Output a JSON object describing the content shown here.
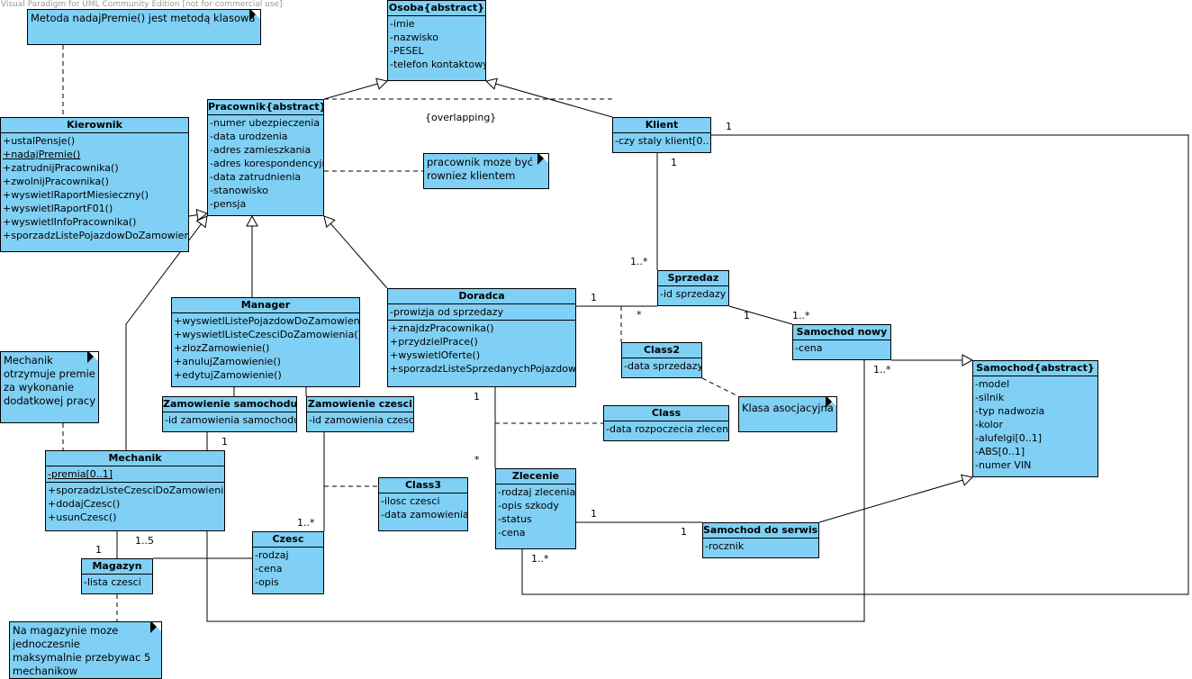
{
  "watermark": "Visual Paradigm for UML Community Edition [not for commercial use]",
  "classes": [
    {
      "id": "osoba",
      "name": "Osoba{abstract}",
      "sections": [
        [
          {
            "t": "-imie"
          },
          {
            "t": "-nazwisko"
          },
          {
            "t": "-PESEL"
          },
          {
            "t": "-telefon kontaktowy"
          }
        ]
      ]
    },
    {
      "id": "pracownik",
      "name": "Pracownik{abstract}",
      "sections": [
        [
          {
            "t": "-numer ubezpieczenia"
          },
          {
            "t": "-data urodzenia"
          },
          {
            "t": "-adres zamieszkania"
          },
          {
            "t": "-adres korespondencyjny"
          },
          {
            "t": "-data zatrudnienia"
          },
          {
            "t": "-stanowisko"
          },
          {
            "t": "-pensja"
          }
        ]
      ]
    },
    {
      "id": "kierownik",
      "name": "Kierownik",
      "sections": [
        [
          {
            "t": "+ustalPensje()"
          },
          {
            "t": "+nadajPremie()",
            "u": true
          },
          {
            "t": "+zatrudnijPracownika()"
          },
          {
            "t": "+zwolnijPracownika()"
          },
          {
            "t": "+wyswietlRaportMiesieczny()"
          },
          {
            "t": "+wyswietlRaportF01()"
          },
          {
            "t": "+wyswietlInfoPracownika()"
          },
          {
            "t": "+sporzadzListePojazdowDoZamowienia()"
          }
        ]
      ]
    },
    {
      "id": "klient",
      "name": "Klient",
      "sections": [
        [
          {
            "t": "-czy staly klient[0..1]"
          }
        ]
      ]
    },
    {
      "id": "manager",
      "name": "Manager",
      "sections": [
        [
          {
            "t": "+wyswietlListePojazdowDoZamowienia()"
          },
          {
            "t": "+wyswietlListeCzesciDoZamowienia()"
          },
          {
            "t": "+zlozZamowienie()"
          },
          {
            "t": "+anulujZamowienie()"
          },
          {
            "t": "+edytujZamowienie()"
          }
        ]
      ]
    },
    {
      "id": "doradca",
      "name": "Doradca",
      "sections": [
        [
          {
            "t": "-prowizja od sprzedazy"
          }
        ],
        [
          {
            "t": "+znajdzPracownika()"
          },
          {
            "t": "+przydzielPrace()"
          },
          {
            "t": "+wyswietlOferte()"
          },
          {
            "t": "+sporzadzListeSprzedanychPojazdow()"
          }
        ]
      ]
    },
    {
      "id": "sprzedaz",
      "name": "Sprzedaz",
      "sections": [
        [
          {
            "t": "-id sprzedazy"
          }
        ]
      ]
    },
    {
      "id": "samnowy",
      "name": "Samochod nowy",
      "sections": [
        [
          {
            "t": "-cena"
          }
        ]
      ]
    },
    {
      "id": "class2",
      "name": "Class2",
      "sections": [
        [
          {
            "t": "-data sprzedazy"
          }
        ]
      ]
    },
    {
      "id": "samochod",
      "name": "Samochod{abstract}",
      "sections": [
        [
          {
            "t": "-model"
          },
          {
            "t": "-silnik"
          },
          {
            "t": "-typ nadwozia"
          },
          {
            "t": "-kolor"
          },
          {
            "t": "-alufelgi[0..1]"
          },
          {
            "t": "-ABS[0..1]"
          },
          {
            "t": "-numer VIN"
          }
        ]
      ]
    },
    {
      "id": "zamsam",
      "name": "Zamowienie samochodu",
      "sections": [
        [
          {
            "t": "-id zamowienia samochodu"
          }
        ]
      ]
    },
    {
      "id": "zamcz",
      "name": "Zamowienie czesci",
      "sections": [
        [
          {
            "t": "-id zamowienia czesci"
          }
        ]
      ]
    },
    {
      "id": "class",
      "name": "Class",
      "sections": [
        [
          {
            "t": "-data rozpoczecia zlecenia"
          }
        ]
      ]
    },
    {
      "id": "mechanik",
      "name": "Mechanik",
      "sections": [
        [
          {
            "t": "-premia[0..1]",
            "u": true
          }
        ],
        [
          {
            "t": "+sporzadzListeCzesciDoZamowienia()"
          },
          {
            "t": "+dodajCzesc()"
          },
          {
            "t": "+usunCzesc()"
          }
        ]
      ]
    },
    {
      "id": "zlecenie",
      "name": "Zlecenie",
      "sections": [
        [
          {
            "t": "-rodzaj zlecenia"
          },
          {
            "t": "-opis szkody"
          },
          {
            "t": "-status"
          },
          {
            "t": "-cena"
          }
        ]
      ]
    },
    {
      "id": "class3",
      "name": "Class3",
      "sections": [
        [
          {
            "t": "-ilosc czesci"
          },
          {
            "t": "-data zamowienia"
          }
        ]
      ]
    },
    {
      "id": "samserw",
      "name": "Samochod do serwisu",
      "sections": [
        [
          {
            "t": "-rocznik"
          }
        ]
      ]
    },
    {
      "id": "czesc",
      "name": "Czesc",
      "sections": [
        [
          {
            "t": "-rodzaj"
          },
          {
            "t": "-cena"
          },
          {
            "t": "-opis"
          }
        ]
      ]
    },
    {
      "id": "magazyn",
      "name": "Magazyn",
      "sections": [
        [
          {
            "t": "-lista czesci"
          }
        ]
      ]
    }
  ],
  "notes": [
    {
      "id": "n1",
      "lines": [
        "Metoda nadajPremie() jest metodą klasowa"
      ]
    },
    {
      "id": "n2",
      "lines": [
        "pracownik moze być",
        "rowniez klientem"
      ]
    },
    {
      "id": "n3",
      "lines": [
        "Mechanik",
        "otrzymuje premie",
        "za wykonanie",
        "dodatkowej pracy"
      ]
    },
    {
      "id": "n4",
      "lines": [
        "Klasa asocjacyjna"
      ]
    },
    {
      "id": "n5",
      "lines": [
        "Na magazynie moze",
        "jednoczesnie",
        "maksymalnie przebywac 5",
        "mechanikow"
      ]
    }
  ],
  "labels": [
    {
      "id": "l-overlap",
      "t": "{overlapping}"
    },
    {
      "id": "l1",
      "t": "1"
    },
    {
      "id": "l2",
      "t": "1"
    },
    {
      "id": "l3",
      "t": "1..*"
    },
    {
      "id": "l4",
      "t": "1"
    },
    {
      "id": "l5",
      "t": "*"
    },
    {
      "id": "l6",
      "t": "1"
    },
    {
      "id": "l7",
      "t": "1..*"
    },
    {
      "id": "l8",
      "t": "1..*"
    },
    {
      "id": "l9",
      "t": "1"
    },
    {
      "id": "l10",
      "t": "*"
    },
    {
      "id": "l11",
      "t": "1"
    },
    {
      "id": "l12",
      "t": "1"
    },
    {
      "id": "l13",
      "t": "1..*"
    },
    {
      "id": "l14",
      "t": "1"
    },
    {
      "id": "l15",
      "t": "1..*"
    },
    {
      "id": "l16",
      "t": "1"
    },
    {
      "id": "l17",
      "t": "1..5"
    }
  ]
}
